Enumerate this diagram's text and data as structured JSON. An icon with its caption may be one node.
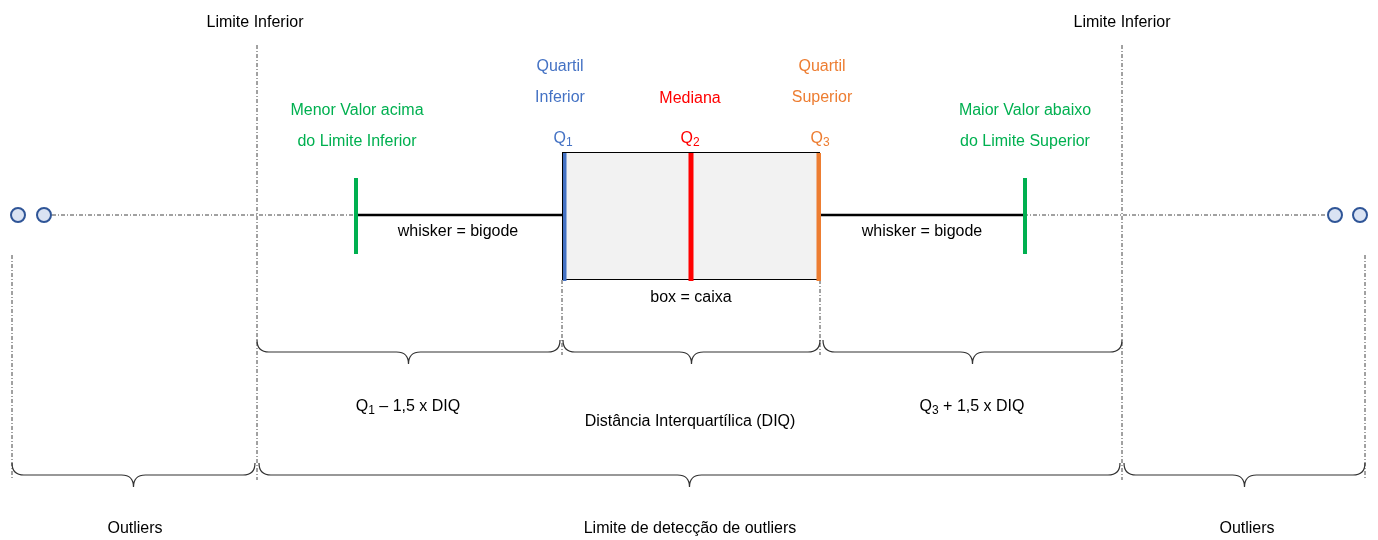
{
  "diagram": {
    "nodes": [
      {
        "text": [],
        "shape": "circle"
      },
      {
        "text": [],
        "shape": "circle"
      },
      {
        "text": [],
        "shape": "box",
        "beside": [
          "box = caixa"
        ]
      },
      {
        "text": [],
        "shape": "circle"
      },
      {
        "text": [],
        "shape": "circle"
      }
    ],
    "labels": [
      "Limite Inferior",
      "Limite Inferior",
      "Quartil Inferior",
      "Mediana",
      "Quartil Superior",
      "Menor Valor acima do Limite Inferior",
      "Maior Valor abaixo do Limite Superior",
      "Q$_{1}$",
      "Q$_{2}$",
      "Q$_{3}$",
      "whisker = bigode",
      "whisker = bigode",
      "Q$_{1}$ – 1,5 x DIQ",
      "Distância Interquartílica (DIQ)",
      "Q$_{3}$ + 1,5 x DIQ",
      "Outliers",
      "Limite de detecção de outliers",
      "Outliers"
    ]
  }
}
